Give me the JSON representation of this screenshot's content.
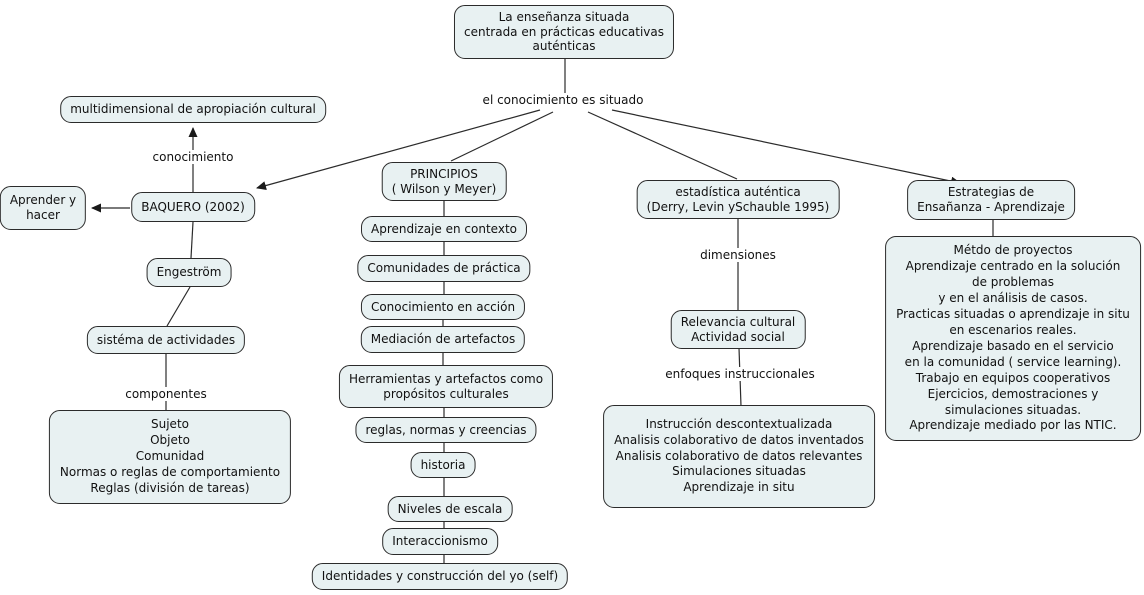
{
  "colors": {
    "node_fill": "#e8f1f2",
    "node_border": "#2b2b2b",
    "line": "#2b2b2b",
    "text": "#111111",
    "background": "#ffffff"
  },
  "nodes": {
    "ensenanza": "La enseñanza situada\ncentrada en prácticas educativas\nauténticas",
    "multidimensional": "multidimensional de apropiación cultural",
    "baquero": "BAQUERO (2002)",
    "aprender": "Aprender y\nhacer",
    "engestrom": "Engeström",
    "sistema": "sistéma de actividades",
    "componentes_lista": "Sujeto\nObjeto\nComunidad\nNormas o reglas de comportamiento\nReglas (división de tareas)",
    "principios": "PRINCIPIOS\n( Wilson y Meyer)",
    "aprendizaje_contexto": "Aprendizaje en contexto",
    "comunidades": "Comunidades de práctica",
    "conocimiento_accion": "Conocimiento en acción",
    "mediacion": "Mediación de artefactos",
    "herramientas": "Herramientas y artefactos como\npropósitos culturales",
    "reglas": "reglas, normas y creencias",
    "historia": "historia",
    "niveles": "Niveles de escala",
    "interaccionismo": "Interaccionismo",
    "identidades": "Identidades y construcción del yo (self)",
    "estadistica": "estadística auténtica\n(Derry, Levin ySchauble 1995)",
    "relevancia": "Relevancia cultural\nActividad social",
    "enfoques_lista": "Instrucción descontextualizada\nAnalisis colaborativo de datos inventados\nAnalisis colaborativo de datos relevantes\nSimulaciones situadas\nAprendizaje in situ",
    "estrategias": "Estrategias de\nEnsañanza - Aprendizaje",
    "estrategias_lista": "Métdo de proyectos\nAprendizaje centrado en la solución\nde problemas\ny en el análisis de casos.\nPracticas situadas o aprendizaje in situ\nen escenarios reales.\nAprendizaje basado en el servicio\nen la comunidad ( service learning).\nTrabajo en equipos cooperativos\nEjercicios, demostraciones y\nsimulaciones situadas.\nAprendizaje mediado por las NTIC."
  },
  "link_labels": {
    "conocimiento_situado": "el conocimiento es situado",
    "conocimiento": "conocimiento",
    "componentes": "componentes",
    "dimensiones": "dimensiones",
    "enfoques": "enfoques instruccionales"
  }
}
